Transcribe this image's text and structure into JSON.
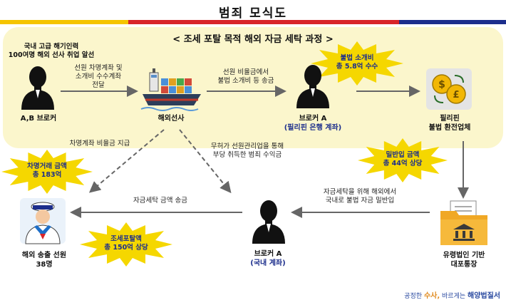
{
  "header": {
    "title": "범죄 모식도",
    "colors": {
      "yellow": "#f5c400",
      "red": "#d8252a",
      "navy": "#1c2e8c"
    }
  },
  "panel": {
    "title": "< 조세 포탈 목적 해외 자금 세탁 과정 >",
    "color": "#fbf6cc"
  },
  "nodes": {
    "broker_ab": {
      "label": "A,B 브로커",
      "note_line1": "국내 고급 해기인력",
      "note_line2": "100여명 해외 선사 취업 알선"
    },
    "shipping": {
      "label": "해외선사"
    },
    "broker_a_ph": {
      "label": "브로커 A",
      "sublabel": "(필리핀 은행 계좌)"
    },
    "exchange": {
      "label_line1": "필리핀",
      "label_line2": "불법 환전업체"
    },
    "paper_corp": {
      "label_line1": "유령법인 기반",
      "label_line2": "대포통장"
    },
    "broker_a_kr": {
      "label": "브로커 A",
      "sublabel": "(국내 계좌)"
    },
    "sailors": {
      "label_line1": "해외 송출 선원",
      "label_line2": "38명"
    }
  },
  "edges": {
    "ab_to_ship_line1": "선원 차명계좌 및",
    "ab_to_ship_line2": "소개비 수수계좌",
    "ab_to_ship_line3": "전달",
    "ship_to_brokerph_line1": "선원 비율금에서",
    "ship_to_brokerph_line2": "불법 소개비 등 송금",
    "ship_to_sailors": "차명계좌 비율금 지급",
    "ship_to_brokerkr_line1": "무허가 선원관리업을 통해",
    "ship_to_brokerkr_line2": "부당 취득한 범죄 수익금",
    "corp_to_brokerkr_line1": "자금세탁을 위해 해외에서",
    "corp_to_brokerkr_line2": "국내로 불법 자금 밀반입",
    "brokerkr_to_sailors": "자금세탁 금액 송금"
  },
  "bursts": {
    "fee": {
      "line1": "불법 소개비",
      "line2": "총 5.8억 수수"
    },
    "smuggle": {
      "line1": "밀반입 금액",
      "line2": "총 44억 상당"
    },
    "borrowed": {
      "line1": "차명거래 금액",
      "line2": "총 183억"
    },
    "evasion": {
      "line1": "조세포탈액",
      "line2": "총 150억 상당"
    }
  },
  "footer": {
    "part1": "공정한 ",
    "part2": "수사,",
    "part3": " 바르게는 ",
    "part4": "해양법질서"
  },
  "icons": [
    "person-silhouette-icon",
    "cargo-ship-icon",
    "currency-exchange-icon",
    "document-folder-bank-icon",
    "sailor-icon",
    "starburst-icon",
    "arrow-icon"
  ]
}
